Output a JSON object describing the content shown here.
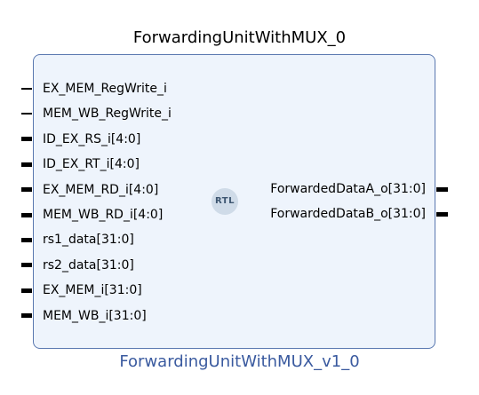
{
  "instance_name": "ForwardingUnitWithMUX_0",
  "module_name": "ForwardingUnitWithMUX_v1_0",
  "badge": "RTL",
  "inputs": [
    {
      "label": "EX_MEM_RegWrite_i",
      "bus": false
    },
    {
      "label": "MEM_WB_RegWrite_i",
      "bus": false
    },
    {
      "label": "ID_EX_RS_i[4:0]",
      "bus": true
    },
    {
      "label": "ID_EX_RT_i[4:0]",
      "bus": true
    },
    {
      "label": "EX_MEM_RD_i[4:0]",
      "bus": true
    },
    {
      "label": "MEM_WB_RD_i[4:0]",
      "bus": true
    },
    {
      "label": "rs1_data[31:0]",
      "bus": true
    },
    {
      "label": "rs2_data[31:0]",
      "bus": true
    },
    {
      "label": "EX_MEM_i[31:0]",
      "bus": true
    },
    {
      "label": "MEM_WB_i[31:0]",
      "bus": true
    }
  ],
  "outputs": [
    {
      "label": "ForwardedDataA_o[31:0]",
      "bus": true
    },
    {
      "label": "ForwardedDataB_o[31:0]",
      "bus": true
    }
  ],
  "colors": {
    "block_fill": "#eef4fc",
    "block_border": "#5a78b0",
    "module_name_text": "#3a5a9f",
    "badge_fill": "#cfdbe8",
    "badge_text": "#3d5671"
  }
}
